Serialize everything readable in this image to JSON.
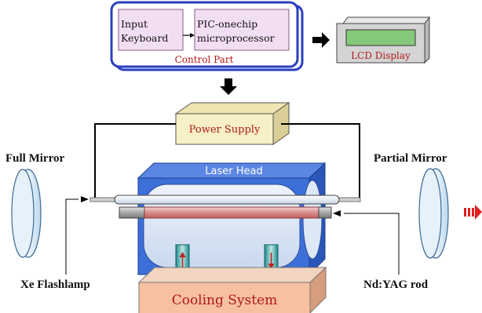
{
  "control": {
    "input_line1": "Input",
    "input_line2": "Keyboard",
    "pic_line1": "PIC-onechip",
    "pic_line2": "microprocessor",
    "label": "Control Part"
  },
  "lcd_label": "LCD Display",
  "power_supply": "Power Supply",
  "laser_head": "Laser Head",
  "full_mirror": "Full Mirror",
  "partial_mirror": "Partial Mirror",
  "xe_flashlamp": "Xe Flashlamp",
  "ndyag_rod": "Nd:YAG rod",
  "cooling_system": "Cooling System",
  "colors": {
    "control_border": "#2a3fbf",
    "box_fill": "#f2def2",
    "lcd_screen": "#86c97a",
    "power_fill": "#f7f0c6",
    "laser_head_fill": "#3d6fd8",
    "cooling_fill": "#f7c0a0",
    "mirror_fill": "#d7e9f6",
    "rod_fill": "#e8a6a6",
    "accent_red": "#b01818"
  }
}
